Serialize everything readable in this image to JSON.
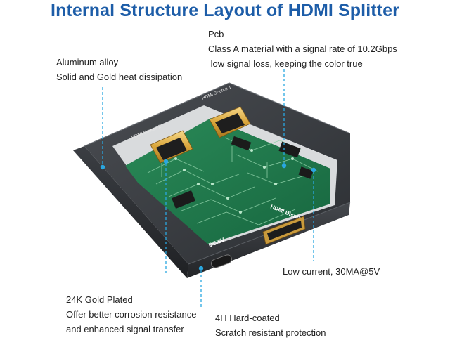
{
  "title": "Internal Structure Layout of HDMI Splitter",
  "callouts": {
    "aluminum": {
      "line1": "Aluminum alloy",
      "line2": "Solid and Gold heat dissipation"
    },
    "pcb": {
      "line1": "Pcb",
      "line2": "Class A material with a signal rate of 10.2Gbps",
      "line3": " low signal loss, keeping the color true"
    },
    "current": {
      "line1": "Low current, 30MA@5V"
    },
    "gold": {
      "line1": "24K Gold Plated",
      "line2": "Offer better corrosion resistance",
      "line3": "and enhanced signal transfer"
    },
    "coating": {
      "line1": "4H Hard-coated",
      "line2": "Scratch resistant protection"
    }
  },
  "device": {
    "source1_label": "HDMI Source 1",
    "source2_label": "HDMI Source 2",
    "display_label": "HDMI Display",
    "power_label": "DC/5V"
  },
  "colors": {
    "title": "#1d5da8",
    "callout_line": "#2aa7e0",
    "case": "#3a3d42",
    "pcb": "#1f7a4d",
    "gold": "#d9a53a"
  }
}
